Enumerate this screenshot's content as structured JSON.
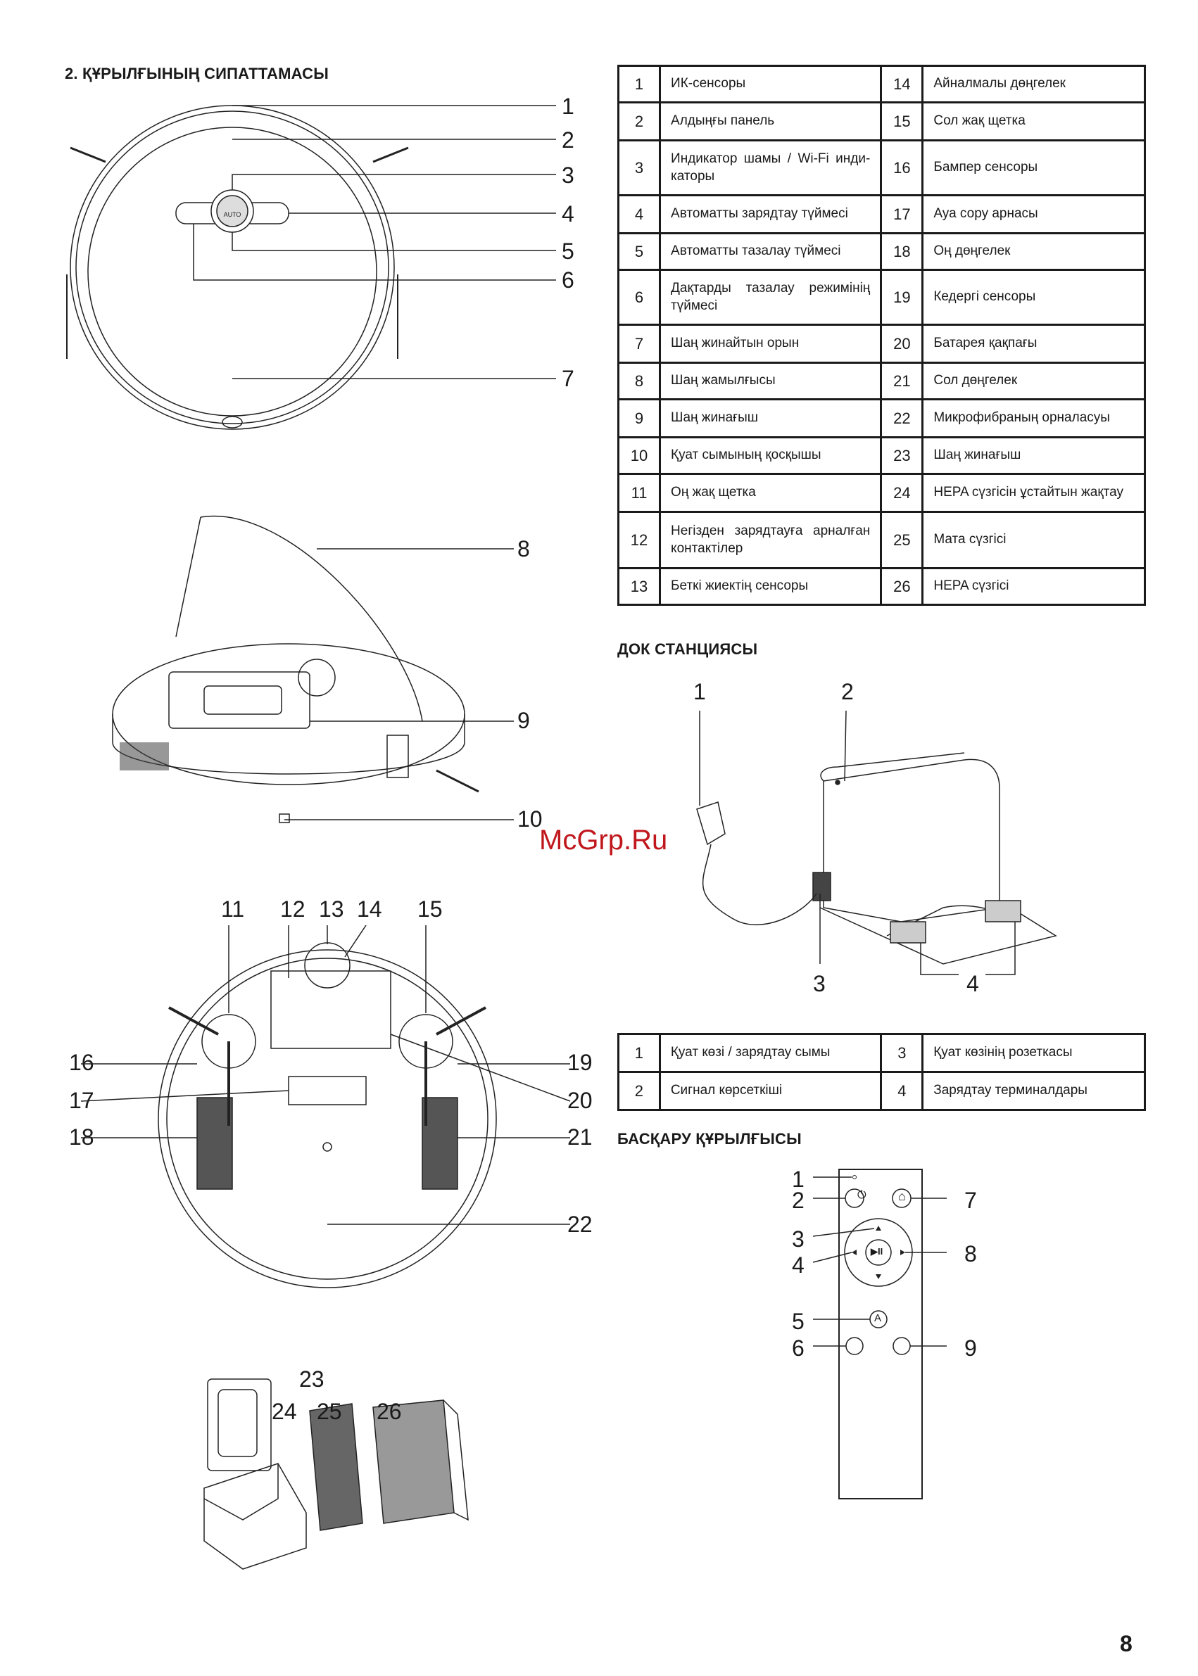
{
  "headings": {
    "device": "2. ҚҰРЫЛҒЫНЫҢ СИПАТТАМАСЫ",
    "dock": "ДОК СТАНЦИЯСЫ",
    "remote": "БАСҚАРУ ҚҰРЫЛҒЫСЫ"
  },
  "parts_table": [
    {
      "n1": "1",
      "t1": "ИК-сенсоры",
      "n2": "14",
      "t2": "Айналмалы дөңгелек"
    },
    {
      "n1": "2",
      "t1": "Алдыңғы панель",
      "n2": "15",
      "t2": "Сол жақ щетка"
    },
    {
      "n1": "3",
      "t1": "Индикатор шамы / Wi-Fi инди-каторы",
      "n2": "16",
      "t2": "Бампер сенсоры"
    },
    {
      "n1": "4",
      "t1": "Автоматты зарядтау түймесі",
      "n2": "17",
      "t2": "Ауа сору арнасы"
    },
    {
      "n1": "5",
      "t1": "Автоматты тазалау түймесі",
      "n2": "18",
      "t2": "Оң дөңгелек"
    },
    {
      "n1": "6",
      "t1": "Дақтарды тазалау режимінің түймесі",
      "n2": "19",
      "t2": "Кедергі сенсоры"
    },
    {
      "n1": "7",
      "t1": "Шаң жинайтын орын",
      "n2": "20",
      "t2": "Батарея қақпағы"
    },
    {
      "n1": "8",
      "t1": "Шаң жамылғысы",
      "n2": "21",
      "t2": "Сол дөңгелек"
    },
    {
      "n1": "9",
      "t1": "Шаң жинағыш",
      "n2": "22",
      "t2": "Микрофибраның орналасуы"
    },
    {
      "n1": "10",
      "t1": "Қуат сымының қосқышы",
      "n2": "23",
      "t2": "Шаң жинағыш"
    },
    {
      "n1": "11",
      "t1": "Оң жақ щетка",
      "n2": "24",
      "t2": "HEPA сүзгісін ұстайтын жақтау"
    },
    {
      "n1": "12",
      "t1": "Негізден зарядтауға арналған контактілер",
      "n2": "25",
      "t2": "Мата сүзгісі"
    },
    {
      "n1": "13",
      "t1": "Беткі жиектің сенсоры",
      "n2": "26",
      "t2": "HEPA сүзгісі"
    }
  ],
  "dock_table": [
    {
      "n1": "1",
      "t1": "Қуат көзі / зарядтау сымы",
      "n2": "3",
      "t2": "Қуат көзінің розеткасы"
    },
    {
      "n1": "2",
      "t1": "Сигнал көрсеткіші",
      "n2": "4",
      "t2": "Зарядтау терминалдары"
    }
  ],
  "callouts": {
    "top": [
      "1",
      "2",
      "3",
      "4",
      "5",
      "6",
      "7"
    ],
    "lid": [
      "8",
      "9",
      "10"
    ],
    "bottom": [
      "11",
      "12",
      "13",
      "14",
      "15",
      "16",
      "17",
      "18",
      "19",
      "20",
      "21",
      "22"
    ],
    "dustbin": [
      "23",
      "24",
      "25",
      "26"
    ],
    "dock": [
      "1",
      "2",
      "3",
      "4"
    ],
    "remote": [
      "1",
      "2",
      "3",
      "4",
      "5",
      "6",
      "7",
      "8",
      "9"
    ]
  },
  "robot_top_button_label": "AUTO",
  "remote_glyphs": {
    "power": "⏻",
    "home": "⌂",
    "play": "▶II",
    "auto": "A"
  },
  "watermark": "McGrp.Ru",
  "page_number": "8"
}
